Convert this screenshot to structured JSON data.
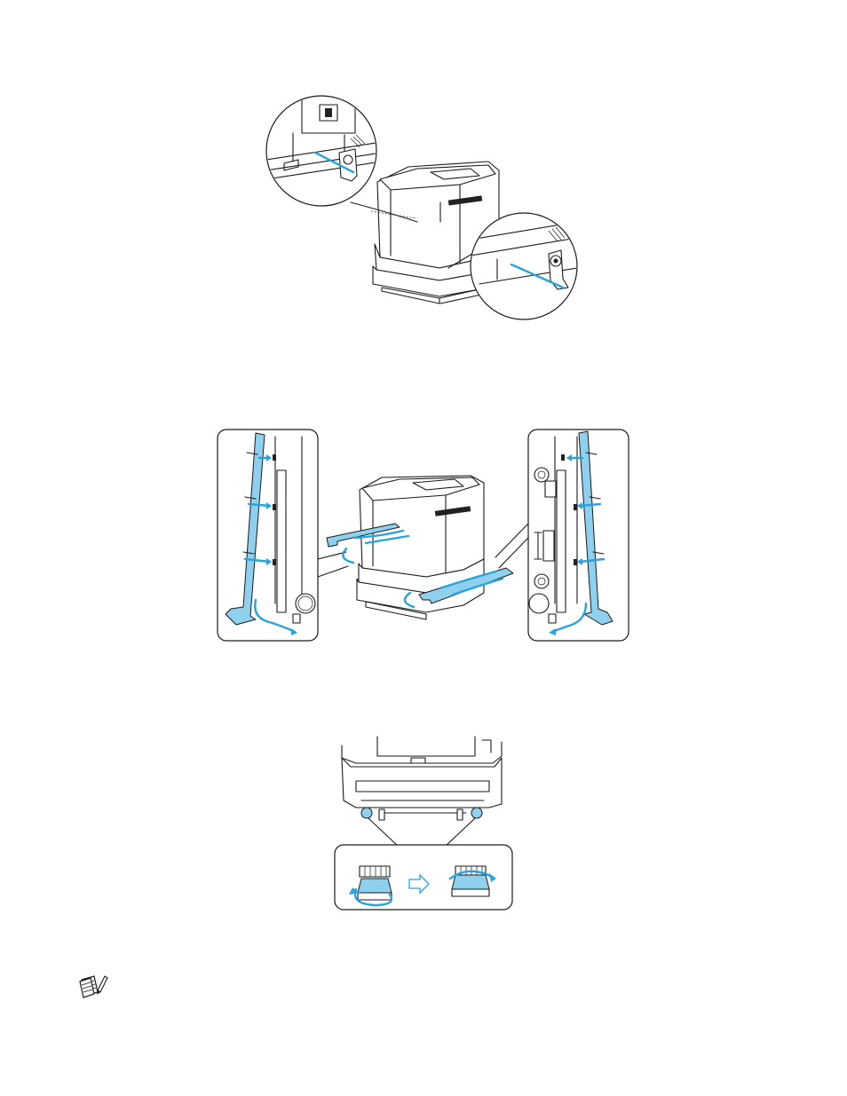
{
  "figures": [
    {
      "id": "fig1",
      "label": "printer-stabilizer-brackets"
    },
    {
      "id": "fig2",
      "label": "printer-side-covers"
    },
    {
      "id": "fig3",
      "label": "printer-adjustable-feet"
    }
  ],
  "colors": {
    "accent": "#29a3dc",
    "accent_light": "#8fd0ee",
    "line": "#1a1a1a",
    "background": "#ffffff"
  },
  "icons": {
    "note": "note-pencil-icon",
    "direction": "right-arrow-outline-icon"
  }
}
